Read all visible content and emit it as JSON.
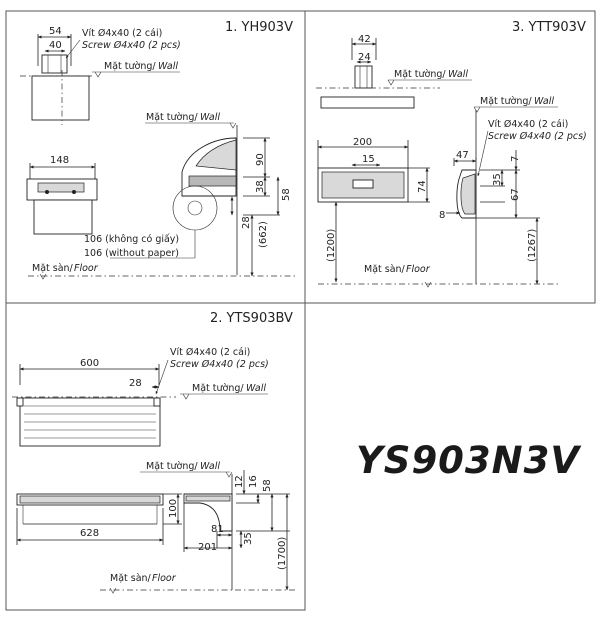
{
  "panels": {
    "yh": {
      "title": "1. YH903V",
      "screw_vi": "Vít Ø4x40 (2 cái)",
      "screw_en": "Screw Ø4x40 (2 pcs)",
      "wall_vi": "Mặt tường/",
      "wall_en": "Wall",
      "wall2_vi": "Mặt tường/",
      "wall2_en": "Wall",
      "floor_vi": "Mặt sàn/",
      "floor_en": "Floor",
      "note_vi": "106 (không có giấy)",
      "note_en": "106 (without paper)",
      "dims": {
        "d54": "54",
        "d40": "40",
        "d148": "148",
        "d90": "90",
        "d38": "38",
        "d58": "58",
        "d28": "28",
        "d662": "(662)"
      }
    },
    "ytt": {
      "title": "3. YTT903V",
      "screw_vi": "Vít Ø4x40 (2 cái)",
      "screw_en": "Screw Ø4x40 (2 pcs)",
      "wall_vi": "Mặt tường/",
      "wall_en": "Wall",
      "wall2_vi": "Mặt tường/",
      "wall2_en": "Wall",
      "floor_vi": "Mặt sàn/",
      "floor_en": "Floor",
      "dims": {
        "d42": "42",
        "d24": "24",
        "d200": "200",
        "d15": "15",
        "d74": "74",
        "d47": "47",
        "d7": "7",
        "d35": "35",
        "d67": "67",
        "d8": "8",
        "d1200": "(1200)",
        "d1267": "(1267)"
      }
    },
    "yts": {
      "title": "2. YTS903BV",
      "screw_vi": "Vít Ø4x40 (2 cái)",
      "screw_en": "Screw Ø4x40 (2 pcs)",
      "wall_vi": "Mặt tường/",
      "wall_en": "Wall",
      "wall2_vi": "Mặt tường/",
      "wall2_en": "Wall",
      "floor_vi": "Mặt sàn/",
      "floor_en": "Floor",
      "dims": {
        "d600": "600",
        "d28": "28",
        "d628": "628",
        "d100": "100",
        "d12": "12",
        "d16": "16",
        "d58": "58",
        "d81": "81",
        "d35": "35",
        "d201": "201",
        "d1700": "(1700)"
      }
    }
  },
  "model": "YS903N3V"
}
